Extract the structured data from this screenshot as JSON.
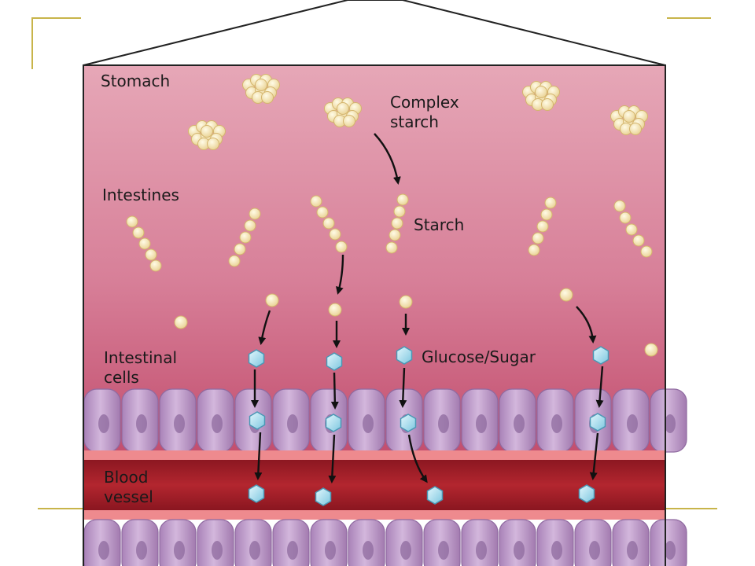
{
  "labels": {
    "stomach": "Stomach",
    "complex_starch_line1": "Complex",
    "complex_starch_line2": "starch",
    "intestines": "Intestines",
    "starch": "Starch",
    "intestinal_cells_line1": "Intestinal",
    "intestinal_cells_line2": "cells",
    "glucose": "Glucose/Sugar",
    "blood_vessel_line1": "Blood",
    "blood_vessel_line2": "vessel"
  },
  "colors": {
    "slide_accent": "#c8b44a",
    "gut_top": "#e4a2b2",
    "gut_bottom": "#c14a6a",
    "starch_bead": "#f3e3ac",
    "glucose": "#a8dff0",
    "cell": "#c7a4d0",
    "blood": "#a8232e"
  }
}
